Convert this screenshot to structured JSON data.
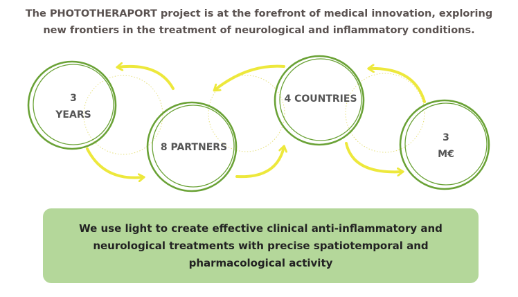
{
  "intro": {
    "line1": "The PHOTOTHERAPORT project is at the forefront of medical innovation, exploring",
    "line2": "new frontiers in the treatment of neurological and inflammatory conditions."
  },
  "nodes": [
    {
      "id": "years",
      "line1": "3",
      "line2": "YEARS"
    },
    {
      "id": "partners",
      "line1": "8 PARTNERS"
    },
    {
      "id": "countries",
      "line1": "4 COUNTRIES"
    },
    {
      "id": "budget",
      "line1": "3",
      "line2": "M€"
    }
  ],
  "callout": {
    "text": "We use light to create effective clinical anti-inflammatory and neurological treatments with precise spatiotemporal and pharmacological activity"
  },
  "colors": {
    "circle_stroke": "#6aa236",
    "arrow": "#ede83c",
    "dotted": "#e6e07a",
    "callout_bg": "#b4d79a",
    "intro_text": "#5a5250"
  }
}
